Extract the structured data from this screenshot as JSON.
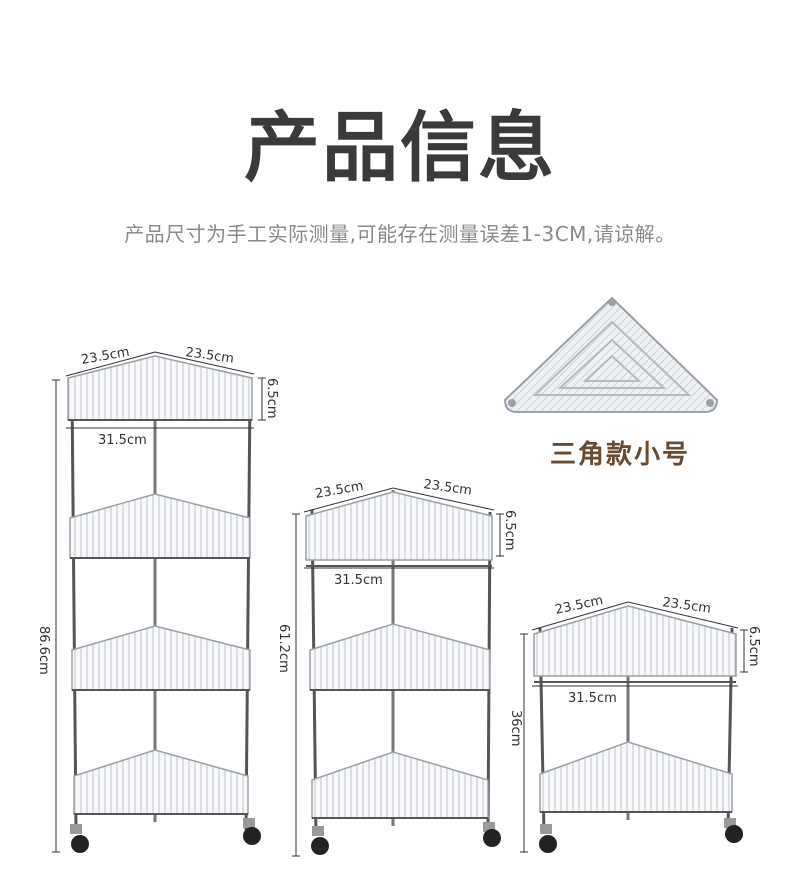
{
  "header": {
    "title": "产品信息",
    "subtitle": "产品尺寸为手工实际测量,可能存在测量误差1-3CM,请谅解。"
  },
  "tray": {
    "caption": "三角款小号"
  },
  "racks": [
    {
      "width_a": "23.5cm",
      "width_b": "23.5cm",
      "tier_height": "6.5cm",
      "depth": "31.5cm",
      "total_height": "86.6cm"
    },
    {
      "width_a": "23.5cm",
      "width_b": "23.5cm",
      "tier_height": "6.5cm",
      "depth": "31.5cm",
      "total_height": "61.2cm"
    },
    {
      "width_a": "23.5cm",
      "width_b": "23.5cm",
      "tier_height": "6.5cm",
      "depth": "31.5cm",
      "total_height": "36cm"
    }
  ],
  "colors": {
    "title": "#3a3a3a",
    "subtitle": "#8a8a8a",
    "caption": "#6b4a32",
    "line": "#333333"
  }
}
